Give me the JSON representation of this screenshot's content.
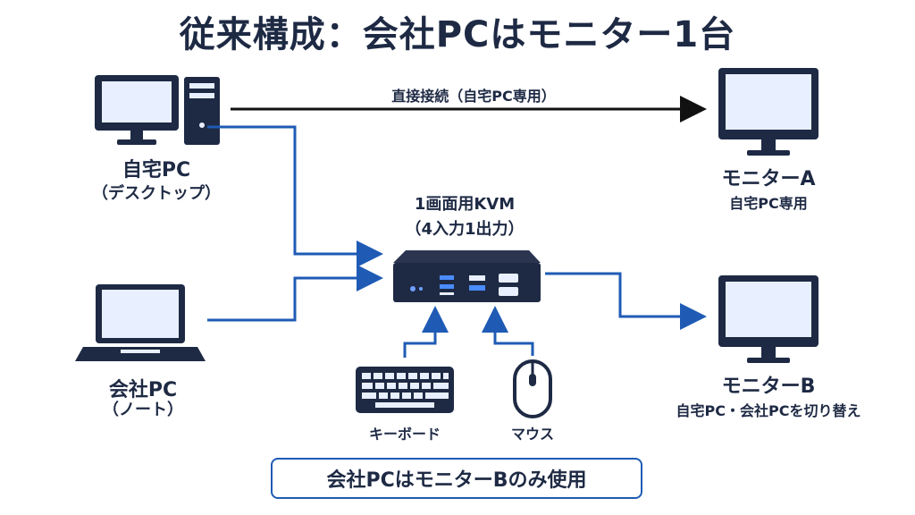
{
  "title": "従来構成：会社PCはモニター1台",
  "connection_label": "直接接続（自宅PC専用）",
  "home_pc": {
    "name": "自宅PC",
    "sub": "（デスクトップ）"
  },
  "work_pc": {
    "name": "会社PC",
    "sub": "（ノート）"
  },
  "kvm": {
    "name": "1画面用KVM",
    "sub": "（4入力1出力）"
  },
  "monitor_a": {
    "name": "モニターA",
    "sub": "自宅PC専用"
  },
  "monitor_b": {
    "name": "モニターB",
    "sub": "自宅PC・会社PCを切り替え"
  },
  "keyboard": {
    "name": "キーボード"
  },
  "mouse": {
    "name": "マウス"
  },
  "footer_note": "会社PCはモニターBのみ使用",
  "colors": {
    "primary": "#1e2a44",
    "accent": "#1f5bb5",
    "screen": "#e8efff"
  },
  "icons": [
    "desktop-pc-icon",
    "laptop-icon",
    "kvm-switch-icon",
    "monitor-icon",
    "keyboard-icon",
    "mouse-icon"
  ]
}
